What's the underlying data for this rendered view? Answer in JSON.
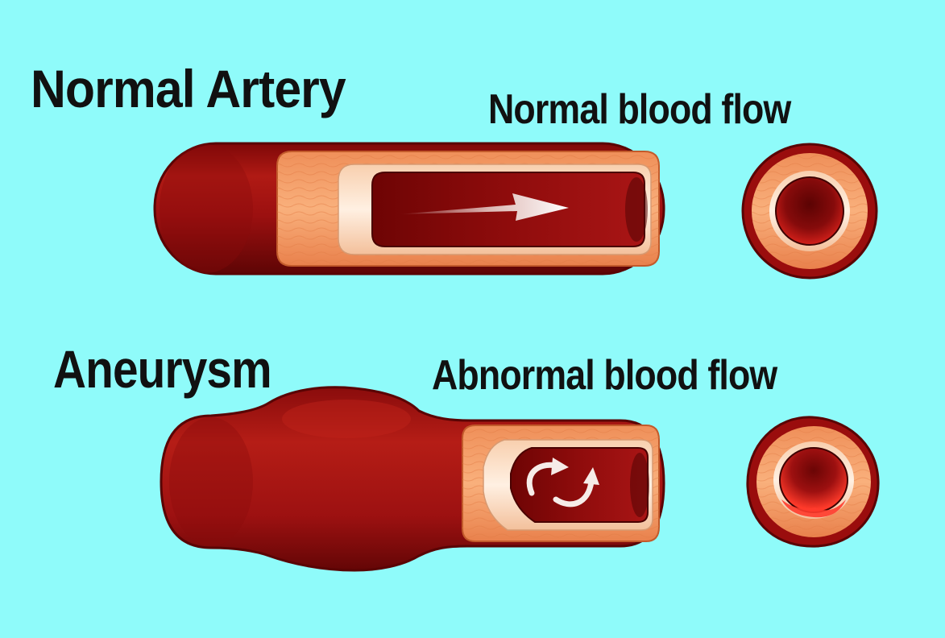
{
  "labels": {
    "normal_artery": "Normal Artery",
    "normal_blood_flow": "Normal blood flow",
    "aneurysm": "Aneurysm",
    "abnormal_blood_flow": "Abnormal blood flow"
  },
  "colors": {
    "background": "#8ffbfa",
    "vessel_outer": "#9e0f0f",
    "vessel_dark": "#5a0404",
    "wall_tissue": "#f4a06a",
    "inner_lining": "#fde1c9",
    "lumen": "#7a0a0a",
    "flow_arrow": "#f5f0ee",
    "text": "#111111"
  },
  "icons": {
    "normal_flow_arrow": "straight-arrow-icon",
    "turbulent_flow_arrows": "curved-arrows-icon"
  }
}
